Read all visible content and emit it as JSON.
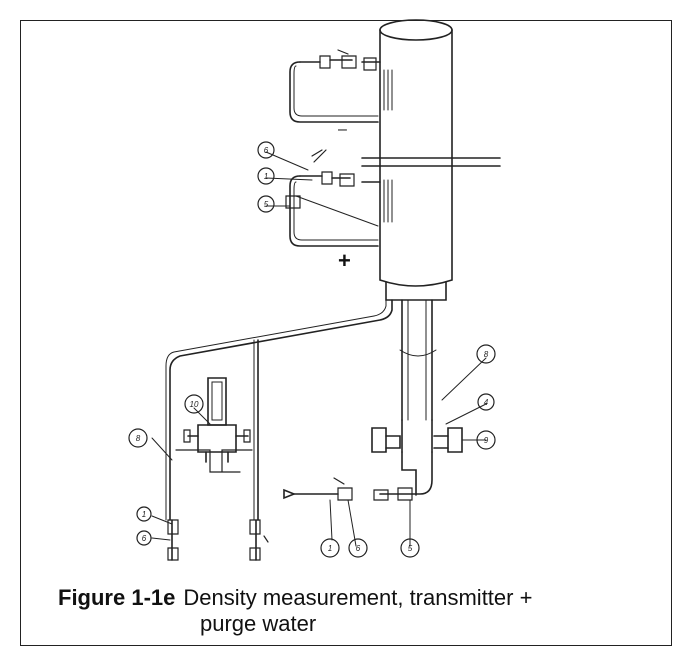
{
  "figure": {
    "number": "Figure 1-1e",
    "caption_line1": "Density measurement, transmitter +",
    "caption_line2": "purge water"
  },
  "callouts": [
    "6",
    "1",
    "5",
    "8",
    "10",
    "4",
    "9",
    "1",
    "6",
    "1",
    "6",
    "5",
    "8"
  ],
  "symbols": {
    "plus": "+",
    "minus": "–"
  }
}
